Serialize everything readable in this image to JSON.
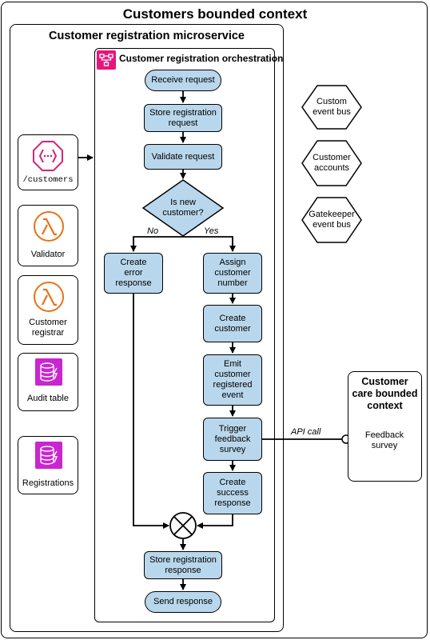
{
  "outer": {
    "title": "Customers bounded context"
  },
  "microservice": {
    "title": "Customer registration microservice"
  },
  "orchestration": {
    "title": "Customer registration orchestration"
  },
  "resources": [
    {
      "label": "/customers"
    },
    {
      "label": "Validator"
    },
    {
      "label": "Customer\nregistrar"
    },
    {
      "label": "Audit table"
    },
    {
      "label": "Registrations"
    }
  ],
  "steps": {
    "receive": "Receive request",
    "store_registration": "Store registration\nrequest",
    "validate": "Validate request",
    "decision": "Is new\ncustomer?",
    "create_error": "Create\nerror\nresponse",
    "assign_number": "Assign\ncustomer\nnumber",
    "create_customer": "Create\ncustomer",
    "emit_event": "Emit\ncustomer\nregistered\nevent",
    "trigger_survey": "Trigger\nfeedback\nsurvey",
    "create_success": "Create\nsuccess\nresponse",
    "store_response": "Store registration\nresponse",
    "send_response": "Send response"
  },
  "branches": {
    "no": "No",
    "yes": "Yes"
  },
  "external": [
    {
      "label": "Custom\nevent bus"
    },
    {
      "label": "Customer\naccounts"
    },
    {
      "label": "Gatekeeper\nevent bus"
    }
  ],
  "care": {
    "title": "Customer\ncare bounded\ncontext",
    "service": "Feedback\nsurvey"
  },
  "api_call": "API call",
  "colors": {
    "step_fill": "#b9d7ec",
    "lambda_orange": "#e8731a",
    "dynamo_magenta": "#c925d1",
    "api_magenta": "#d6247a",
    "stepfn_pink": "#e7157b"
  }
}
